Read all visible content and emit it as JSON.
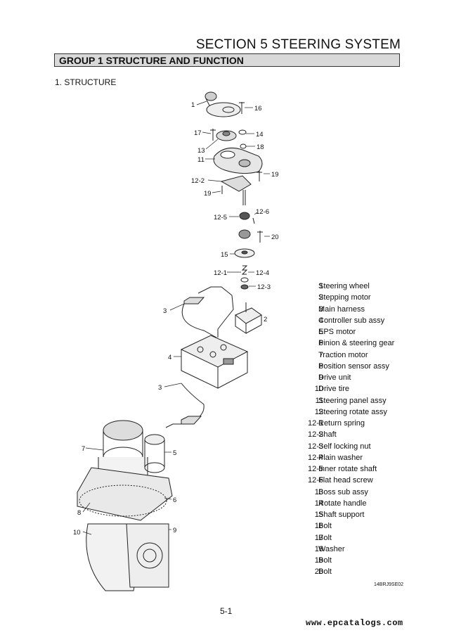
{
  "section_title": "SECTION  5  STEERING SYSTEM",
  "group_title": "GROUP  1  STRUCTURE AND FUNCTION",
  "subsection_title": "1. STRUCTURE",
  "callouts": {
    "c1": "1",
    "c16": "16",
    "c17": "17",
    "c14": "14",
    "c13": "13",
    "c18": "18",
    "c11": "11",
    "c12_2": "12-2",
    "c19a": "19",
    "c19b": "19",
    "c12_5": "12-5",
    "c12_6": "12-6",
    "c20": "20",
    "c15": "15",
    "c12_1": "12-1",
    "c12_4": "12-4",
    "c12_3": "12-3",
    "c3a": "3",
    "c2": "2",
    "c4": "4",
    "c3b": "3",
    "c7": "7",
    "c5": "5",
    "c8": "8",
    "c6": "6",
    "c10": "10",
    "c9": "9"
  },
  "parts": [
    {
      "no": "1",
      "name": "Steering wheel"
    },
    {
      "no": "2",
      "name": "Stepping motor"
    },
    {
      "no": "3",
      "name": "Main harness"
    },
    {
      "no": "4",
      "name": "Controller sub assy"
    },
    {
      "no": "5",
      "name": "EPS motor"
    },
    {
      "no": "6",
      "name": "Pinion & steering gear"
    },
    {
      "no": "7",
      "name": "Traction motor"
    },
    {
      "no": "8",
      "name": "Position sensor assy"
    },
    {
      "no": "9",
      "name": "Drive unit"
    },
    {
      "no": "10",
      "name": "Drive tire"
    },
    {
      "no": "11",
      "name": "Steering panel assy"
    },
    {
      "no": "12",
      "name": "Steering rotate assy"
    },
    {
      "no": "12-1",
      "name": "Return spring"
    },
    {
      "no": "12-2",
      "name": "Shaft"
    },
    {
      "no": "12-3",
      "name": "Self locking nut"
    },
    {
      "no": "12-4",
      "name": "Plain washer"
    },
    {
      "no": "12-5",
      "name": "Inner rotate shaft"
    },
    {
      "no": "12-6",
      "name": "Flat head screw"
    },
    {
      "no": "13",
      "name": "Boss sub assy"
    },
    {
      "no": "14",
      "name": "Rotate handle"
    },
    {
      "no": "15",
      "name": "Shaft support"
    },
    {
      "no": "16",
      "name": "Bolt"
    },
    {
      "no": "17",
      "name": "Bolt"
    },
    {
      "no": "18",
      "name": "Washer"
    },
    {
      "no": "19",
      "name": "Bolt"
    },
    {
      "no": "20",
      "name": "Bolt"
    }
  ],
  "drawing_code": "14BRJ9SE02",
  "page_number": "5-1",
  "footer_url": "www.epcatalogs.com"
}
